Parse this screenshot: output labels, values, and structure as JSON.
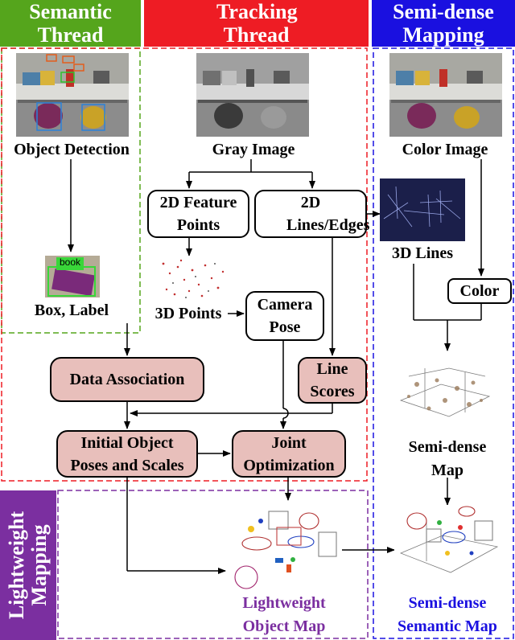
{
  "headers": {
    "semantic": "Semantic Thread",
    "tracking": "Tracking Thread",
    "semidense": "Semi-dense Mapping",
    "lightweight": "Lightweight Mapping"
  },
  "labels": {
    "object_detection": "Object Detection",
    "gray_image": "Gray Image",
    "color_image": "Color Image",
    "feature_points": "2D Feature Points",
    "lines_edges": "2D Lines/Edges",
    "lines_3d": "3D Lines",
    "color": "Color",
    "box_label": "Box, Label",
    "book": "book",
    "points_3d": "3D Points",
    "camera_pose": "Camera Pose",
    "data_association": "Data Association",
    "line_scores": "Line Scores",
    "initial_poses": "Initial Object Poses and Scales",
    "joint_optimization": "Joint Optimization",
    "semidense_map": "Semi-dense Map",
    "lightweight_object_map": "Lightweight Object Map",
    "semidense_semantic_map": "Semi-dense Semantic Map"
  },
  "colors": {
    "semantic": "#55a51c",
    "tracking": "#ee1c24",
    "semidense": "#1a10e0",
    "lightweight": "#7b2fa0",
    "node_fill": "#e8bfbb"
  }
}
